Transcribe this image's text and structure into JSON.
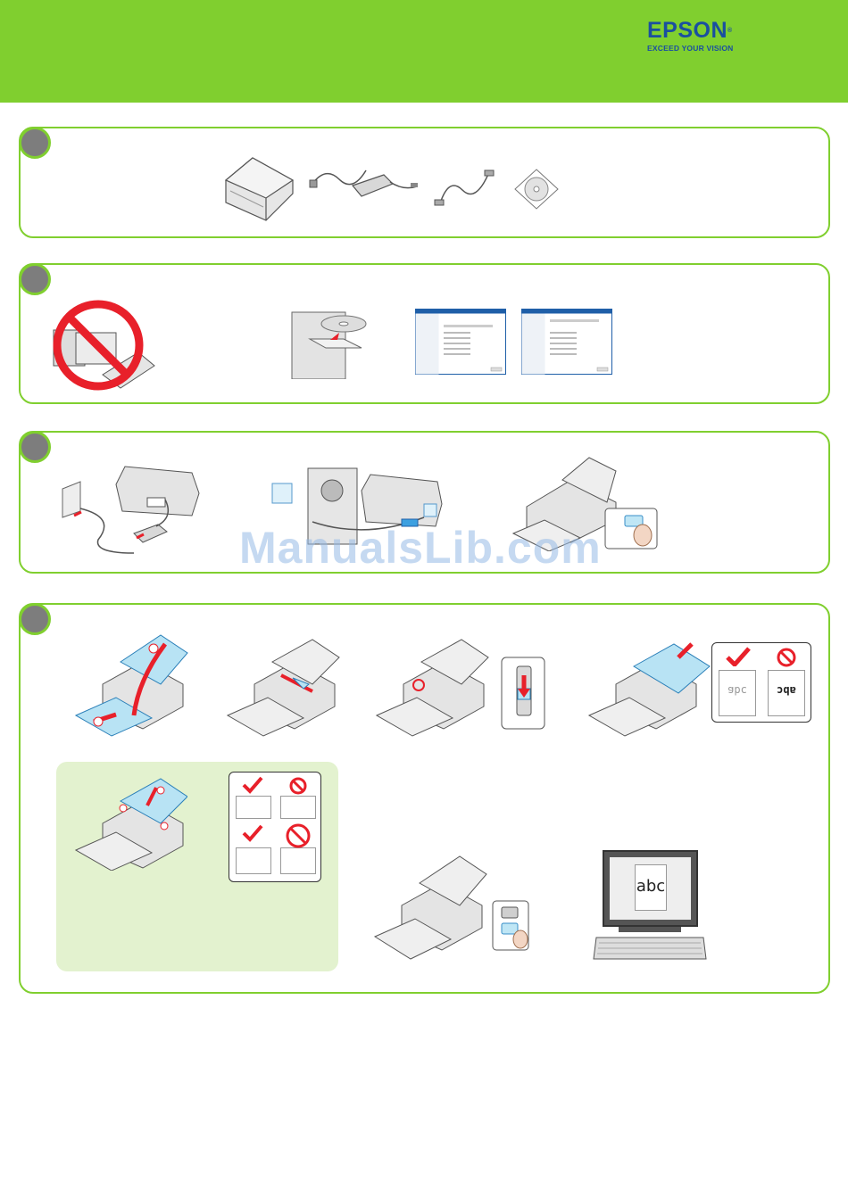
{
  "brand": {
    "name": "EPSON",
    "reg_mark": "®",
    "tagline": "EXCEED YOUR VISION",
    "color": "#1a4fa0",
    "header_color": "#80cf2f"
  },
  "watermark": "ManualsLib.com",
  "sample_text": {
    "correct": "abc",
    "wrong": "abc",
    "monitor": "abc"
  }
}
